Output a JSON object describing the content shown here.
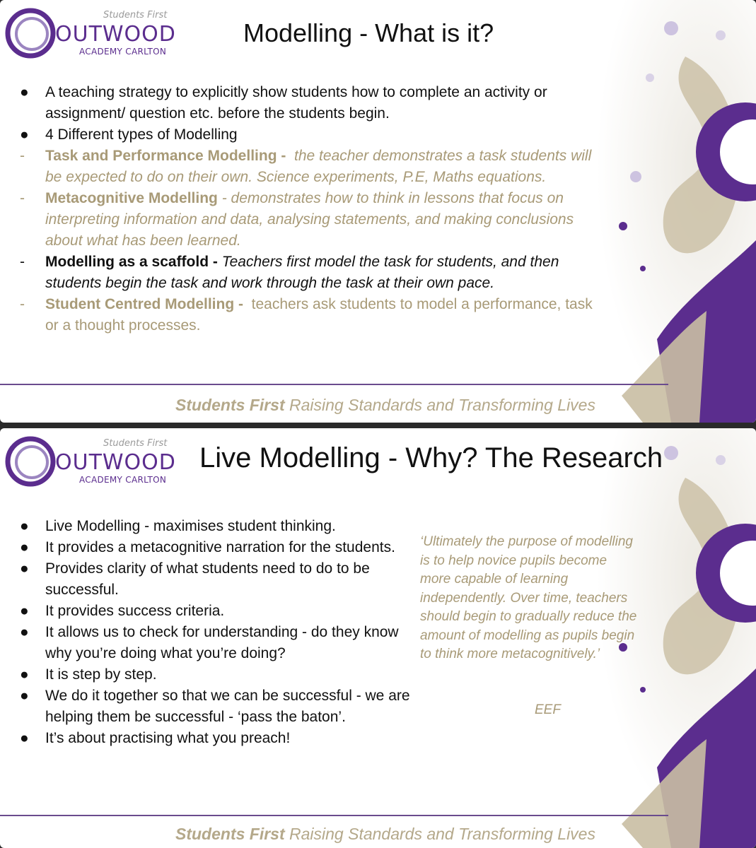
{
  "brand": {
    "tagline": "Students First",
    "name": "OUTWOOD",
    "school": "ACADEMY CARLTON"
  },
  "colors": {
    "purple": "#5b2d8e",
    "tan": "#a89a77",
    "footer": "#b4a88a"
  },
  "slide1": {
    "title": "Modelling - What is it?",
    "items": [
      {
        "marker": "●",
        "lines": [
          {
            "text": "A teaching strategy to explicitly show students how to complete an activity or assignment/ question etc. before the students begin."
          }
        ]
      },
      {
        "marker": "●",
        "lines": [
          {
            "text": "4 Different types of Modelling"
          }
        ]
      },
      {
        "marker": "-",
        "tan": true,
        "heading": "Task and Performance Modelling -",
        "body": "the teacher demonstrates a task students will be expected to do on their own. Science experiments, P.E, Maths equations.",
        "body_italic": true
      },
      {
        "marker": "-",
        "tan": true,
        "heading": "Metacognitive Modelling",
        "body": "- demonstrates how to think in lessons that focus on interpreting information and data, analysing statements, and making conclusions about what has been learned.",
        "body_italic": true
      },
      {
        "marker": "-",
        "tan": false,
        "heading": "Modelling as a scaffold -",
        "body": "Teachers first model the task for students, and then students begin the task and work through the task at their own pace.",
        "body_italic": true
      },
      {
        "marker": "-",
        "tan": true,
        "heading": "Student Centred Modelling -",
        "body": "teachers ask students to model a performance, task or a thought processes.",
        "body_italic": false
      }
    ],
    "footer_strong": "Students First",
    "footer_rest": "Raising Standards and Transforming Lives"
  },
  "slide2": {
    "title": "Live Modelling - Why? The Research",
    "bullets": [
      "Live Modelling - maximises student thinking.",
      "It provides a metacognitive narration for the students.",
      "Provides clarity of what students need to do to be successful.",
      "It provides success criteria.",
      "It allows us to check for understanding - do they know why you’re doing what you’re doing?",
      "It is step by step.",
      "We do it together so that we can be successful - we are helping them be successful - ‘pass the baton’.",
      "It’s about practising what you preach!"
    ],
    "quote": "‘Ultimately the purpose of modelling is to help novice pupils become more capable of learning independently. Over time, teachers should begin to gradually reduce the amount of modelling as pupils begin to think more metacognitively.’",
    "quote_source": "EEF",
    "footer_strong": "Students First",
    "footer_rest": "Raising Standards and Transforming Lives"
  }
}
